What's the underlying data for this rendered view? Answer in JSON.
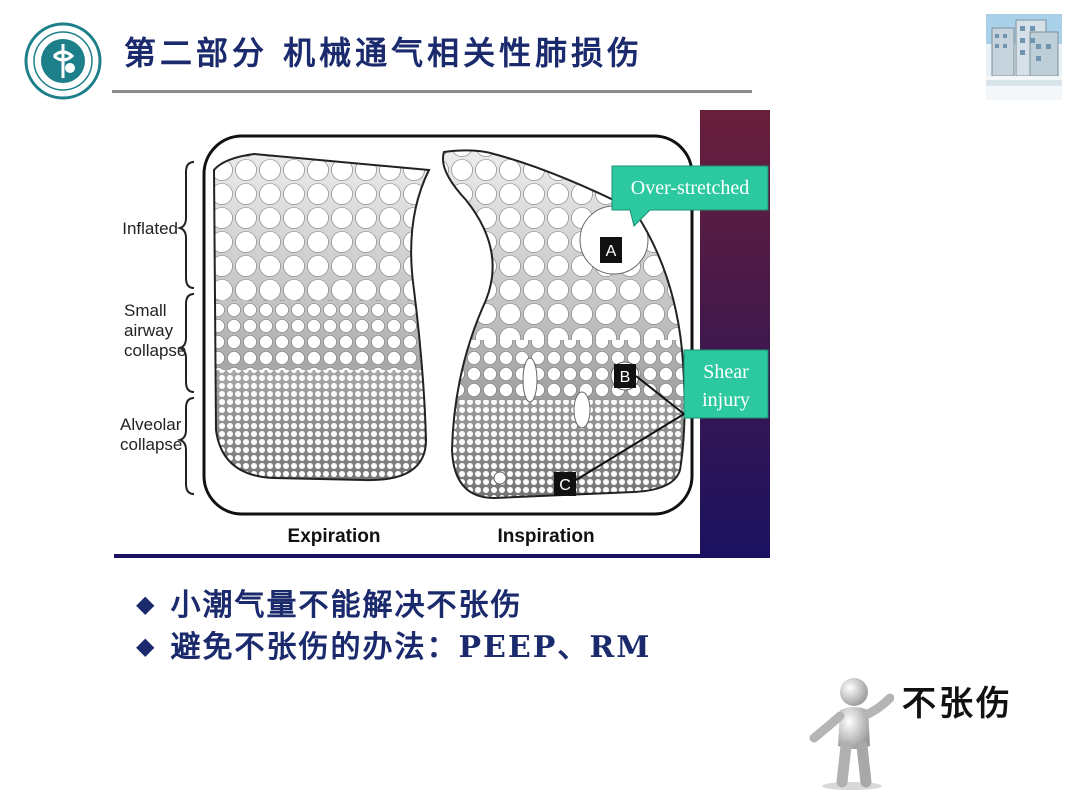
{
  "header": {
    "title": "第二部分  机械通气相关性肺损伤"
  },
  "diagram": {
    "zone_labels": {
      "inflated": "Inflated",
      "small_airway_line1": "Small",
      "small_airway_line2": "airway",
      "small_airway_line3": "collapse",
      "alveolar_line1": "Alveolar",
      "alveolar_line2": "collapse"
    },
    "callouts": {
      "over_stretched": "Over-stretched",
      "shear_line1": "Shear",
      "shear_line2": "injury"
    },
    "markers": {
      "a": "A",
      "b": "B",
      "c": "C"
    },
    "captions": {
      "expiration": "Expiration",
      "inspiration": "Inspiration"
    },
    "colors": {
      "callout_green": "#2cc9a0",
      "side_band_top": "#6a1f3a",
      "side_band_bottom": "#1a1260"
    }
  },
  "bullets": [
    {
      "mark": "◆",
      "text": "小潮气量不能解决不张伤"
    },
    {
      "mark": "◆",
      "text": "避免不张伤的办法：PEEP、RM"
    }
  ],
  "figure": {
    "caption": "不张伤"
  },
  "colors": {
    "title": "#1a2a6c",
    "rule": "#8a8a8a"
  }
}
